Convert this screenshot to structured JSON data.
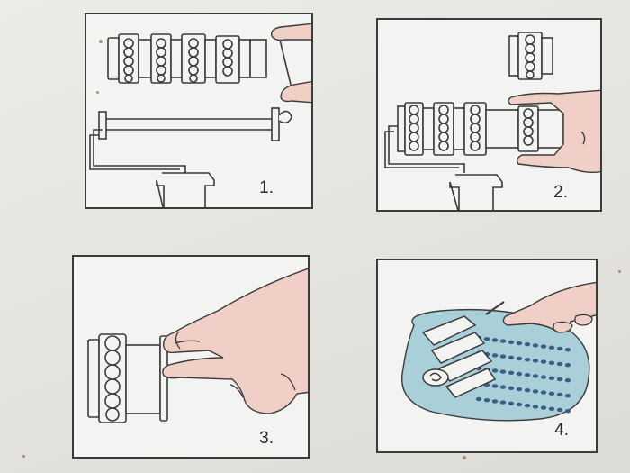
{
  "steps": [
    {
      "number": "1."
    },
    {
      "number": "2."
    },
    {
      "number": "3."
    },
    {
      "number": "4."
    }
  ],
  "colors": {
    "line": "#3c3b3c",
    "skin": "#efcfc6",
    "dough": "#a9cfd9",
    "dough_dots": "#3a5f86",
    "panel_bg": "#f3f3f1"
  }
}
